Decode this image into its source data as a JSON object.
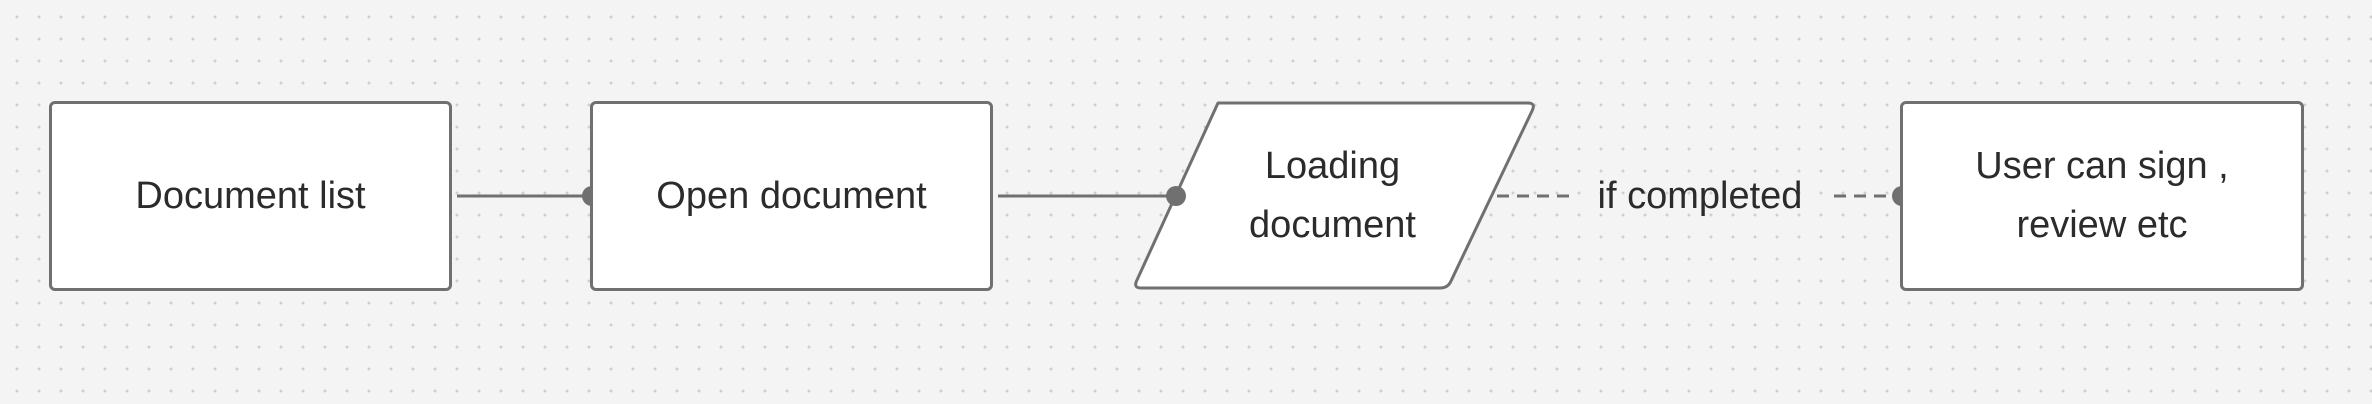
{
  "diagram": {
    "nodes": [
      {
        "id": "document-list",
        "label": "Document list",
        "shape": "rectangle"
      },
      {
        "id": "open-document",
        "label": "Open document",
        "shape": "rectangle"
      },
      {
        "id": "loading-document",
        "label": "Loading\ndocument",
        "shape": "parallelogram"
      },
      {
        "id": "user-can-sign",
        "label": "User can sign ,\nreview etc",
        "shape": "rectangle"
      }
    ],
    "edges": [
      {
        "from": "document-list",
        "to": "open-document",
        "style": "solid",
        "label": ""
      },
      {
        "from": "open-document",
        "to": "loading-document",
        "style": "solid",
        "label": ""
      },
      {
        "from": "loading-document",
        "to": "user-can-sign",
        "style": "dashed",
        "label": "if completed"
      }
    ],
    "colors": {
      "background": "#f4f4f4",
      "grid_dot": "#cfcfcf",
      "stroke": "#707070",
      "node_fill": "#ffffff",
      "text": "#2b2b2b"
    }
  }
}
